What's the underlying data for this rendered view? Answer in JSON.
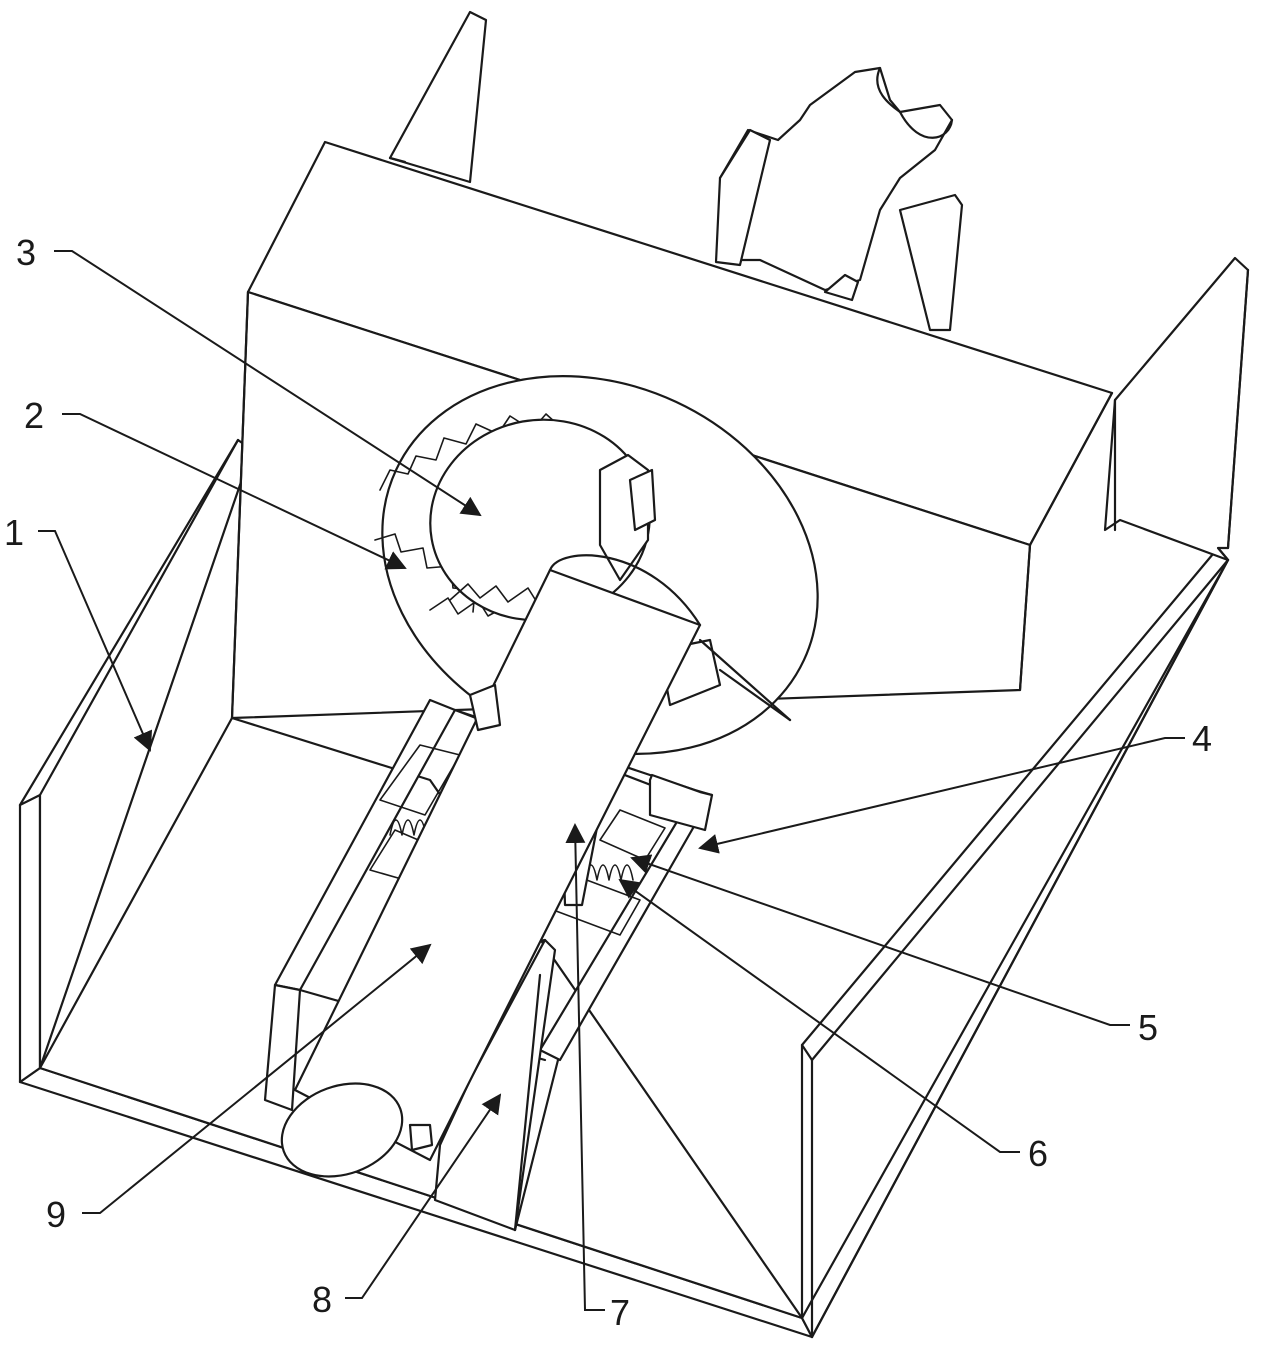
{
  "figure": {
    "type": "patent-style mechanical perspective drawing",
    "callouts": [
      {
        "number": "1"
      },
      {
        "number": "2"
      },
      {
        "number": "3"
      },
      {
        "number": "4"
      },
      {
        "number": "5"
      },
      {
        "number": "6"
      },
      {
        "number": "7"
      },
      {
        "number": "8"
      },
      {
        "number": "9"
      }
    ]
  }
}
